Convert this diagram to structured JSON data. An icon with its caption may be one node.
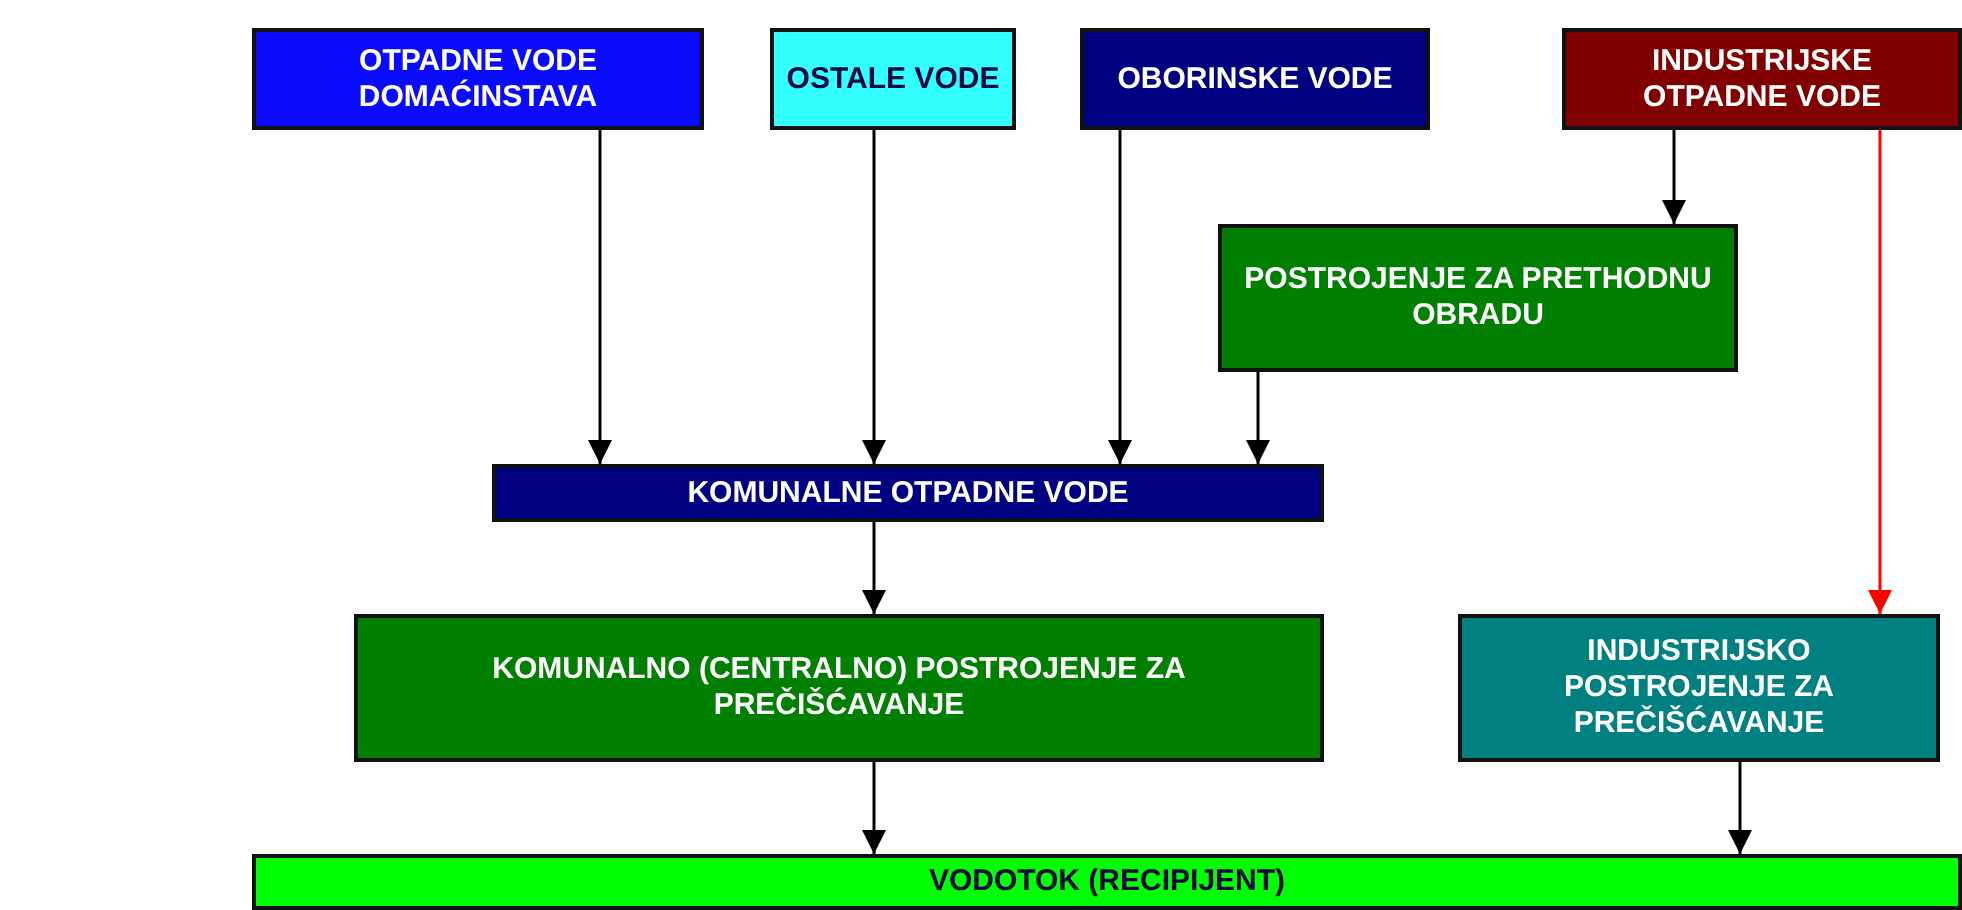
{
  "diagram": {
    "nodes": [
      {
        "text": [
          "OTPADNE VODE DOMAĆINSTAVA"
        ]
      },
      {
        "text": [
          "OSTALE VODE"
        ]
      },
      {
        "text": [
          "OBORINSKE VODE"
        ]
      },
      {
        "text": [
          "INDUSTRIJSKE OTPADNE VODE"
        ]
      },
      {
        "text": [
          "POSTROJENJE ZA PRETHODNU OBRADU"
        ]
      },
      {
        "text": [
          "KOMUNALNE OTPADNE VODE"
        ]
      },
      {
        "text": [
          "KOMUNALNO (CENTRALNO) POSTROJENJE ZA PREČIŠĆAVANJE"
        ]
      },
      {
        "text": [
          "INDUSTRIJSKO POSTROJENJE ZA PREČIŠĆAVANJE"
        ]
      },
      {
        "text": [
          "VODOTOK (RECIPIJENT)"
        ]
      }
    ],
    "edges": [
      {
        "from": 0,
        "to": 5,
        "arrow": "to"
      },
      {
        "from": 1,
        "to": 5,
        "arrow": "to"
      },
      {
        "from": 2,
        "to": 5,
        "arrow": "to"
      },
      {
        "from": 3,
        "to": 4,
        "arrow": "to"
      },
      {
        "from": 4,
        "to": 5,
        "arrow": "to"
      },
      {
        "from": 3,
        "to": 7,
        "arrow": "to",
        "color": "#ff0000"
      },
      {
        "from": 5,
        "to": 6,
        "arrow": "to"
      },
      {
        "from": 6,
        "to": 8,
        "arrow": "to"
      },
      {
        "from": 7,
        "to": 8,
        "arrow": "to"
      }
    ]
  }
}
